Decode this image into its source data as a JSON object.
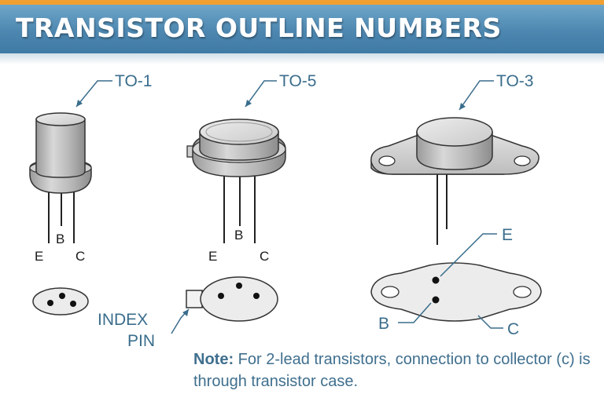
{
  "title": "TRANSISTOR OUTLINE NUMBERS",
  "packages": {
    "to1": {
      "name": "TO-1",
      "leads": {
        "e": "E",
        "b": "B",
        "c": "C"
      }
    },
    "to5": {
      "name": "TO-5",
      "leads": {
        "e": "E",
        "b": "B",
        "c": "C"
      },
      "index_pin": [
        "INDEX",
        "PIN"
      ]
    },
    "to3": {
      "name": "TO-3",
      "leads": {
        "e": "E",
        "b": "B",
        "c": "C"
      }
    }
  },
  "note": {
    "label": "Note:",
    "text": " For 2-lead transistors, connection to collector (c) is through transistor case."
  },
  "colors": {
    "banner": "#4d87b0",
    "label": "#3a6d8c",
    "accent": "#f0a030"
  }
}
